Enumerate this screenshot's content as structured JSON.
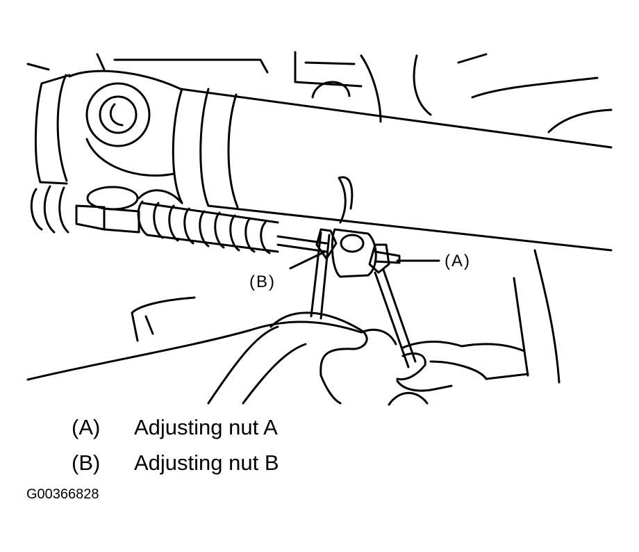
{
  "callouts": {
    "a": "(A)",
    "b": "(B)"
  },
  "legend": [
    {
      "key": "(A)",
      "text": "Adjusting nut A"
    },
    {
      "key": "(B)",
      "text": "Adjusting nut B"
    }
  ],
  "figure_id": "G00366828"
}
